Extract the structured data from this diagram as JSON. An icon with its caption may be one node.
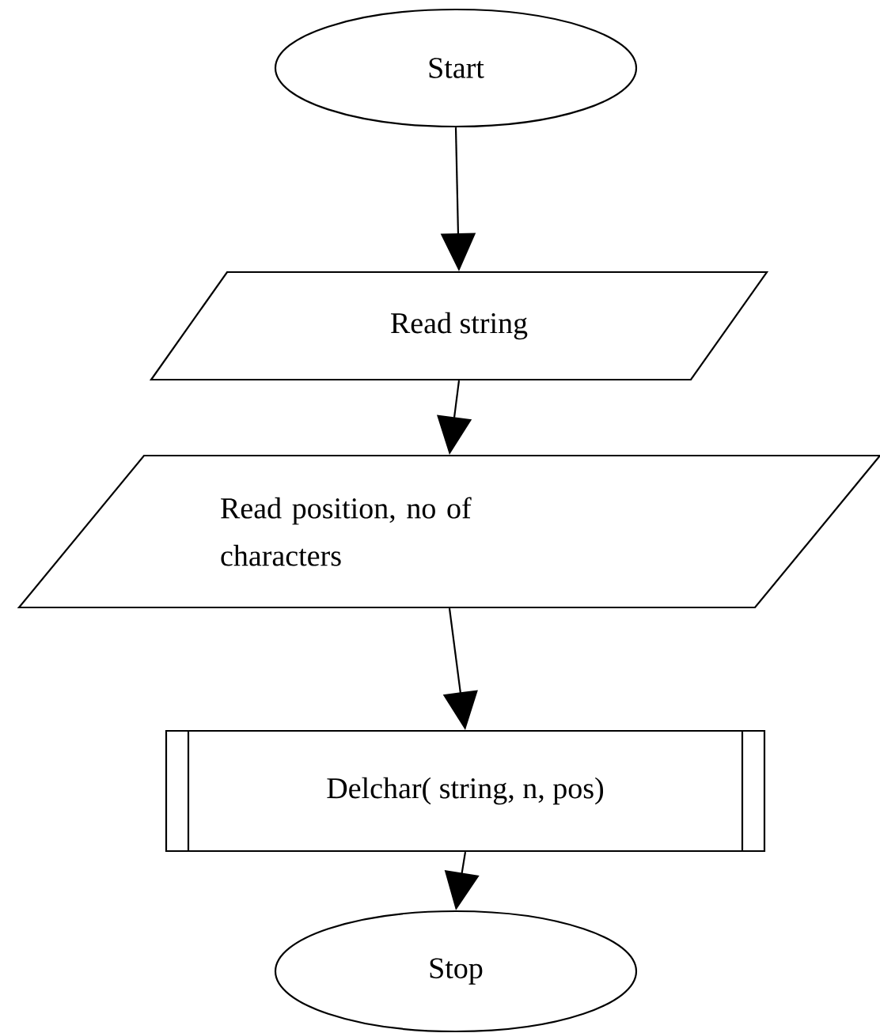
{
  "diagram": {
    "nodes": [
      {
        "text": [
          "Start"
        ]
      },
      {
        "text": [
          "Read string"
        ]
      },
      {
        "text": [
          "Read position, no of characters"
        ]
      },
      {
        "text": [
          "Delchar( string, n, pos)"
        ]
      },
      {
        "text": [
          "Stop"
        ]
      }
    ],
    "edges": [
      {
        "from": 0,
        "to": 1,
        "arrow": "to"
      },
      {
        "from": 1,
        "to": 2,
        "arrow": "to"
      },
      {
        "from": 2,
        "to": 3,
        "arrow": "to"
      },
      {
        "from": 3,
        "to": 4,
        "arrow": "to"
      }
    ]
  }
}
